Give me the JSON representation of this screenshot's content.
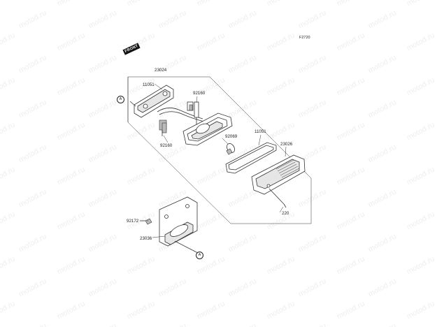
{
  "diagram": {
    "figure_code": "F2720",
    "front_marker": "FRONT",
    "callout_letter": "A",
    "parts": [
      {
        "id": "23024"
      },
      {
        "id": "11051"
      },
      {
        "id": "92160"
      },
      {
        "id": "92160"
      },
      {
        "id": "92069"
      },
      {
        "id": "11051"
      },
      {
        "id": "23026"
      },
      {
        "id": "220"
      },
      {
        "id": "92172"
      },
      {
        "id": "23036"
      }
    ],
    "watermark": "motod.ru"
  }
}
